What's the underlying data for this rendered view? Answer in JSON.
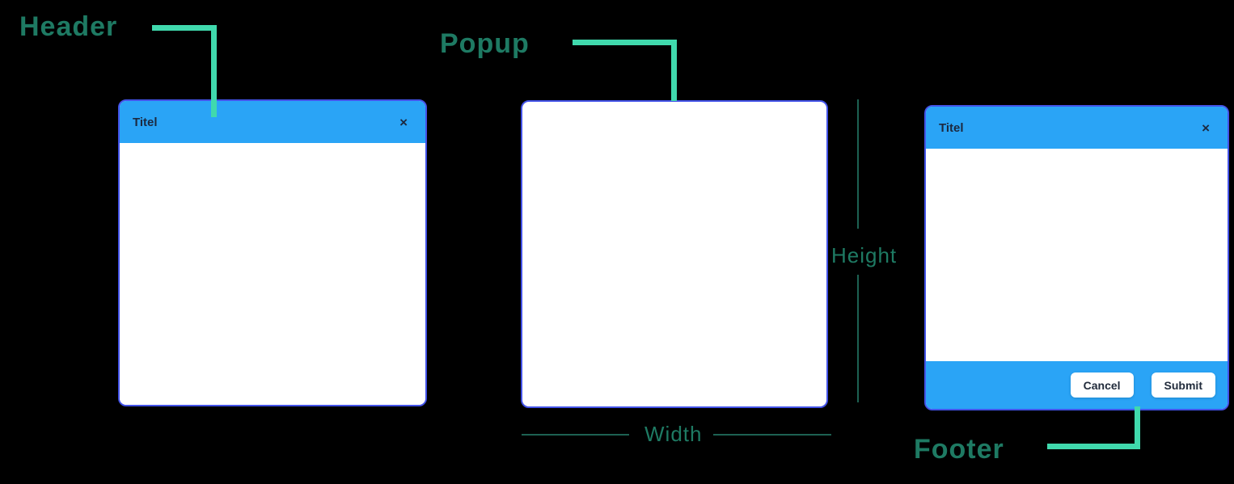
{
  "annotations": {
    "header_label": "Header",
    "popup_label": "Popup",
    "footer_label": "Footer",
    "width_label": "Width",
    "height_label": "Height"
  },
  "popup_left": {
    "title": "Titel",
    "close_glyph": "×"
  },
  "popup_right": {
    "title": "Titel",
    "close_glyph": "×",
    "footer": {
      "cancel_label": "Cancel",
      "submit_label": "Submit"
    }
  },
  "colors": {
    "background": "#000000",
    "titlebar_blue": "#2aa4f6",
    "popup_border_blue": "#4353e8",
    "label_green": "#1e7a63",
    "connector_green": "#40d9ad",
    "dimension_line_green": "#1d6152"
  }
}
